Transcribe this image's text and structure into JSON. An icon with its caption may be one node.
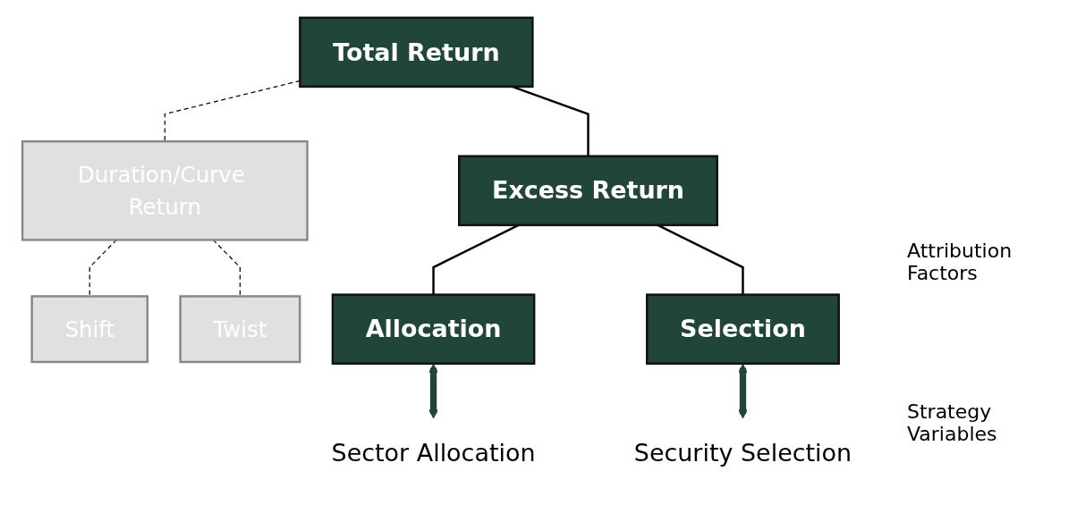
{
  "diagram": {
    "nodes": [
      {
        "text": [
          "Total Return"
        ]
      },
      {
        "text": [
          "Duration/Curve Return"
        ]
      },
      {
        "text": [
          "Excess Return"
        ]
      },
      {
        "text": [
          "Shift"
        ]
      },
      {
        "text": [
          "Twist"
        ]
      },
      {
        "text": [
          "Allocation"
        ]
      },
      {
        "text": [
          "Selection"
        ]
      },
      {
        "text": [
          "Sector Allocation"
        ]
      },
      {
        "text": [
          "Security Selection"
        ]
      }
    ],
    "edges": [
      {
        "from": 0,
        "to": 1,
        "arrow": "none",
        "style": "dashed"
      },
      {
        "from": 0,
        "to": 2,
        "arrow": "none"
      },
      {
        "from": 1,
        "to": 3,
        "arrow": "none",
        "style": "dashed"
      },
      {
        "from": 1,
        "to": 4,
        "arrow": "none",
        "style": "dashed"
      },
      {
        "from": 2,
        "to": 5,
        "arrow": "none"
      },
      {
        "from": 2,
        "to": 6,
        "arrow": "none"
      },
      {
        "from": 5,
        "to": 7,
        "arrow": "both",
        "style": "thick",
        "color": "#214537"
      },
      {
        "from": 6,
        "to": 8,
        "arrow": "both",
        "style": "thick",
        "color": "#214537"
      }
    ],
    "labels": [
      "Attribution Factors",
      "Strategy Variables"
    ]
  }
}
